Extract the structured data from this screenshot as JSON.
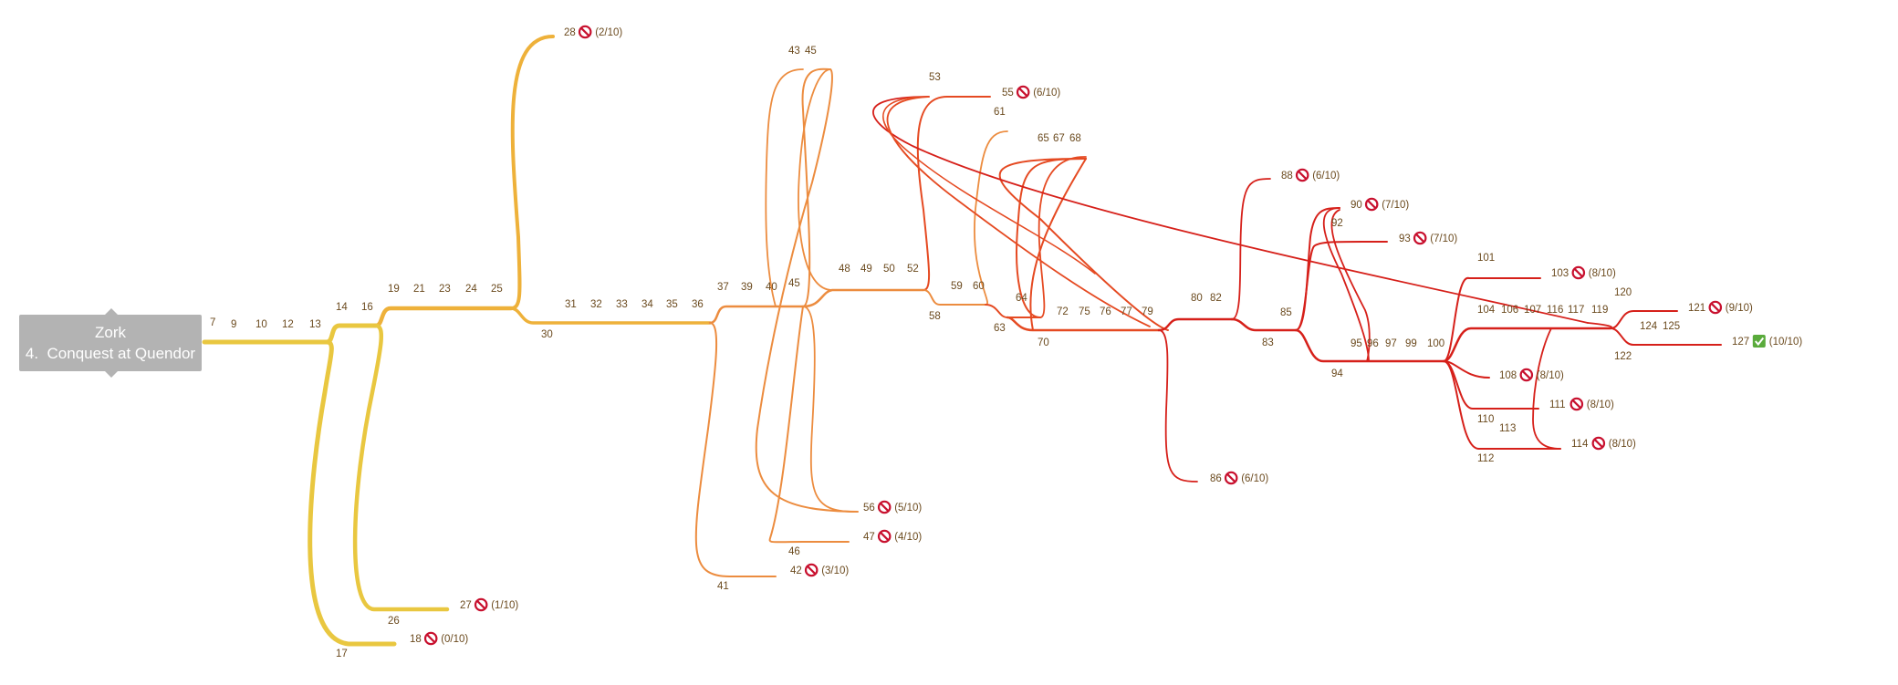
{
  "title": {
    "game": "Zork",
    "chapter": "4.  Conquest at Quendor"
  },
  "icons": {
    "failed": "prohibited-icon",
    "success": "check-mark-icon"
  },
  "colors": {
    "stage1": "#e9c740",
    "stage2": "#eeb13a",
    "stage3": "#ec8c3f",
    "stage4": "#e54a22",
    "stage5": "#d6201a",
    "label_text": "#6b4a1e",
    "fail_icon": "#c8102e",
    "success_icon": "#5aab3c"
  },
  "nodes": [
    {
      "id": "7",
      "label": "7"
    },
    {
      "id": "9",
      "label": "9"
    },
    {
      "id": "10",
      "label": "10"
    },
    {
      "id": "12",
      "label": "12"
    },
    {
      "id": "13",
      "label": "13"
    },
    {
      "id": "14",
      "label": "14"
    },
    {
      "id": "16",
      "label": "16"
    },
    {
      "id": "17",
      "label": "17"
    },
    {
      "id": "18",
      "label": "18",
      "score": "(0/10)",
      "end": "fail"
    },
    {
      "id": "19",
      "label": "19"
    },
    {
      "id": "21",
      "label": "21"
    },
    {
      "id": "23",
      "label": "23"
    },
    {
      "id": "24",
      "label": "24"
    },
    {
      "id": "25",
      "label": "25"
    },
    {
      "id": "26",
      "label": "26"
    },
    {
      "id": "27",
      "label": "27",
      "score": "(1/10)",
      "end": "fail"
    },
    {
      "id": "28",
      "label": "28",
      "score": "(2/10)",
      "end": "fail"
    },
    {
      "id": "30",
      "label": "30"
    },
    {
      "id": "31",
      "label": "31"
    },
    {
      "id": "32",
      "label": "32"
    },
    {
      "id": "33",
      "label": "33"
    },
    {
      "id": "34",
      "label": "34"
    },
    {
      "id": "35",
      "label": "35"
    },
    {
      "id": "36",
      "label": "36"
    },
    {
      "id": "37",
      "label": "37"
    },
    {
      "id": "39",
      "label": "39"
    },
    {
      "id": "40",
      "label": "40"
    },
    {
      "id": "41",
      "label": "41"
    },
    {
      "id": "42",
      "label": "42",
      "score": "(3/10)",
      "end": "fail"
    },
    {
      "id": "43",
      "label": "43"
    },
    {
      "id": "45a",
      "label": "45"
    },
    {
      "id": "45b",
      "label": "45"
    },
    {
      "id": "46",
      "label": "46"
    },
    {
      "id": "47",
      "label": "47",
      "score": "(4/10)",
      "end": "fail"
    },
    {
      "id": "48",
      "label": "48"
    },
    {
      "id": "49",
      "label": "49"
    },
    {
      "id": "50",
      "label": "50"
    },
    {
      "id": "52",
      "label": "52"
    },
    {
      "id": "53",
      "label": "53"
    },
    {
      "id": "55",
      "label": "55",
      "score": "(6/10)",
      "end": "fail"
    },
    {
      "id": "56",
      "label": "56",
      "score": "(5/10)",
      "end": "fail"
    },
    {
      "id": "58",
      "label": "58"
    },
    {
      "id": "59",
      "label": "59"
    },
    {
      "id": "60",
      "label": "60"
    },
    {
      "id": "61",
      "label": "61"
    },
    {
      "id": "63",
      "label": "63"
    },
    {
      "id": "64",
      "label": "64"
    },
    {
      "id": "65",
      "label": "65"
    },
    {
      "id": "67",
      "label": "67"
    },
    {
      "id": "68",
      "label": "68"
    },
    {
      "id": "70",
      "label": "70"
    },
    {
      "id": "72",
      "label": "72"
    },
    {
      "id": "75",
      "label": "75"
    },
    {
      "id": "76",
      "label": "76"
    },
    {
      "id": "77",
      "label": "77"
    },
    {
      "id": "79",
      "label": "79"
    },
    {
      "id": "80",
      "label": "80"
    },
    {
      "id": "82",
      "label": "82"
    },
    {
      "id": "83",
      "label": "83"
    },
    {
      "id": "85",
      "label": "85"
    },
    {
      "id": "86",
      "label": "86",
      "score": "(6/10)",
      "end": "fail"
    },
    {
      "id": "88",
      "label": "88",
      "score": "(6/10)",
      "end": "fail"
    },
    {
      "id": "90",
      "label": "90",
      "score": "(7/10)",
      "end": "fail"
    },
    {
      "id": "92",
      "label": "92"
    },
    {
      "id": "93",
      "label": "93",
      "score": "(7/10)",
      "end": "fail"
    },
    {
      "id": "94",
      "label": "94"
    },
    {
      "id": "95",
      "label": "95"
    },
    {
      "id": "96",
      "label": "96"
    },
    {
      "id": "97",
      "label": "97"
    },
    {
      "id": "99",
      "label": "99"
    },
    {
      "id": "100",
      "label": "100"
    },
    {
      "id": "101",
      "label": "101"
    },
    {
      "id": "103",
      "label": "103",
      "score": "(8/10)",
      "end": "fail"
    },
    {
      "id": "104",
      "label": "104"
    },
    {
      "id": "106",
      "label": "106"
    },
    {
      "id": "107",
      "label": "107"
    },
    {
      "id": "108",
      "label": "108",
      "score": "(8/10)",
      "end": "fail"
    },
    {
      "id": "110",
      "label": "110"
    },
    {
      "id": "111",
      "label": "111",
      "score": "(8/10)",
      "end": "fail"
    },
    {
      "id": "112",
      "label": "112"
    },
    {
      "id": "113",
      "label": "113"
    },
    {
      "id": "114",
      "label": "114",
      "score": "(8/10)",
      "end": "fail"
    },
    {
      "id": "116",
      "label": "116"
    },
    {
      "id": "117",
      "label": "117"
    },
    {
      "id": "119",
      "label": "119"
    },
    {
      "id": "120",
      "label": "120"
    },
    {
      "id": "121",
      "label": "121",
      "score": "(9/10)",
      "end": "fail"
    },
    {
      "id": "122",
      "label": "122"
    },
    {
      "id": "124",
      "label": "124"
    },
    {
      "id": "125",
      "label": "125"
    },
    {
      "id": "127",
      "label": "127",
      "score": "(10/10)",
      "end": "success"
    }
  ]
}
